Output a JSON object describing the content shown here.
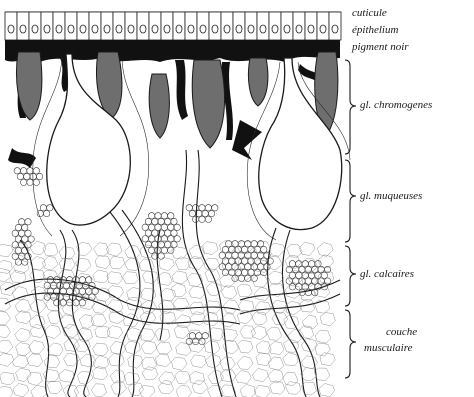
{
  "figure": {
    "labels": {
      "cuticle": "cuticule",
      "epithelium": "épithelium",
      "pigment": "pigment noir",
      "chromogenic": "gl. chromogenes",
      "mucous": "gl. muqueuses",
      "calcareous": "gl. calcaires",
      "muscle_1": "couche",
      "muscle_2": "musculaire"
    }
  }
}
